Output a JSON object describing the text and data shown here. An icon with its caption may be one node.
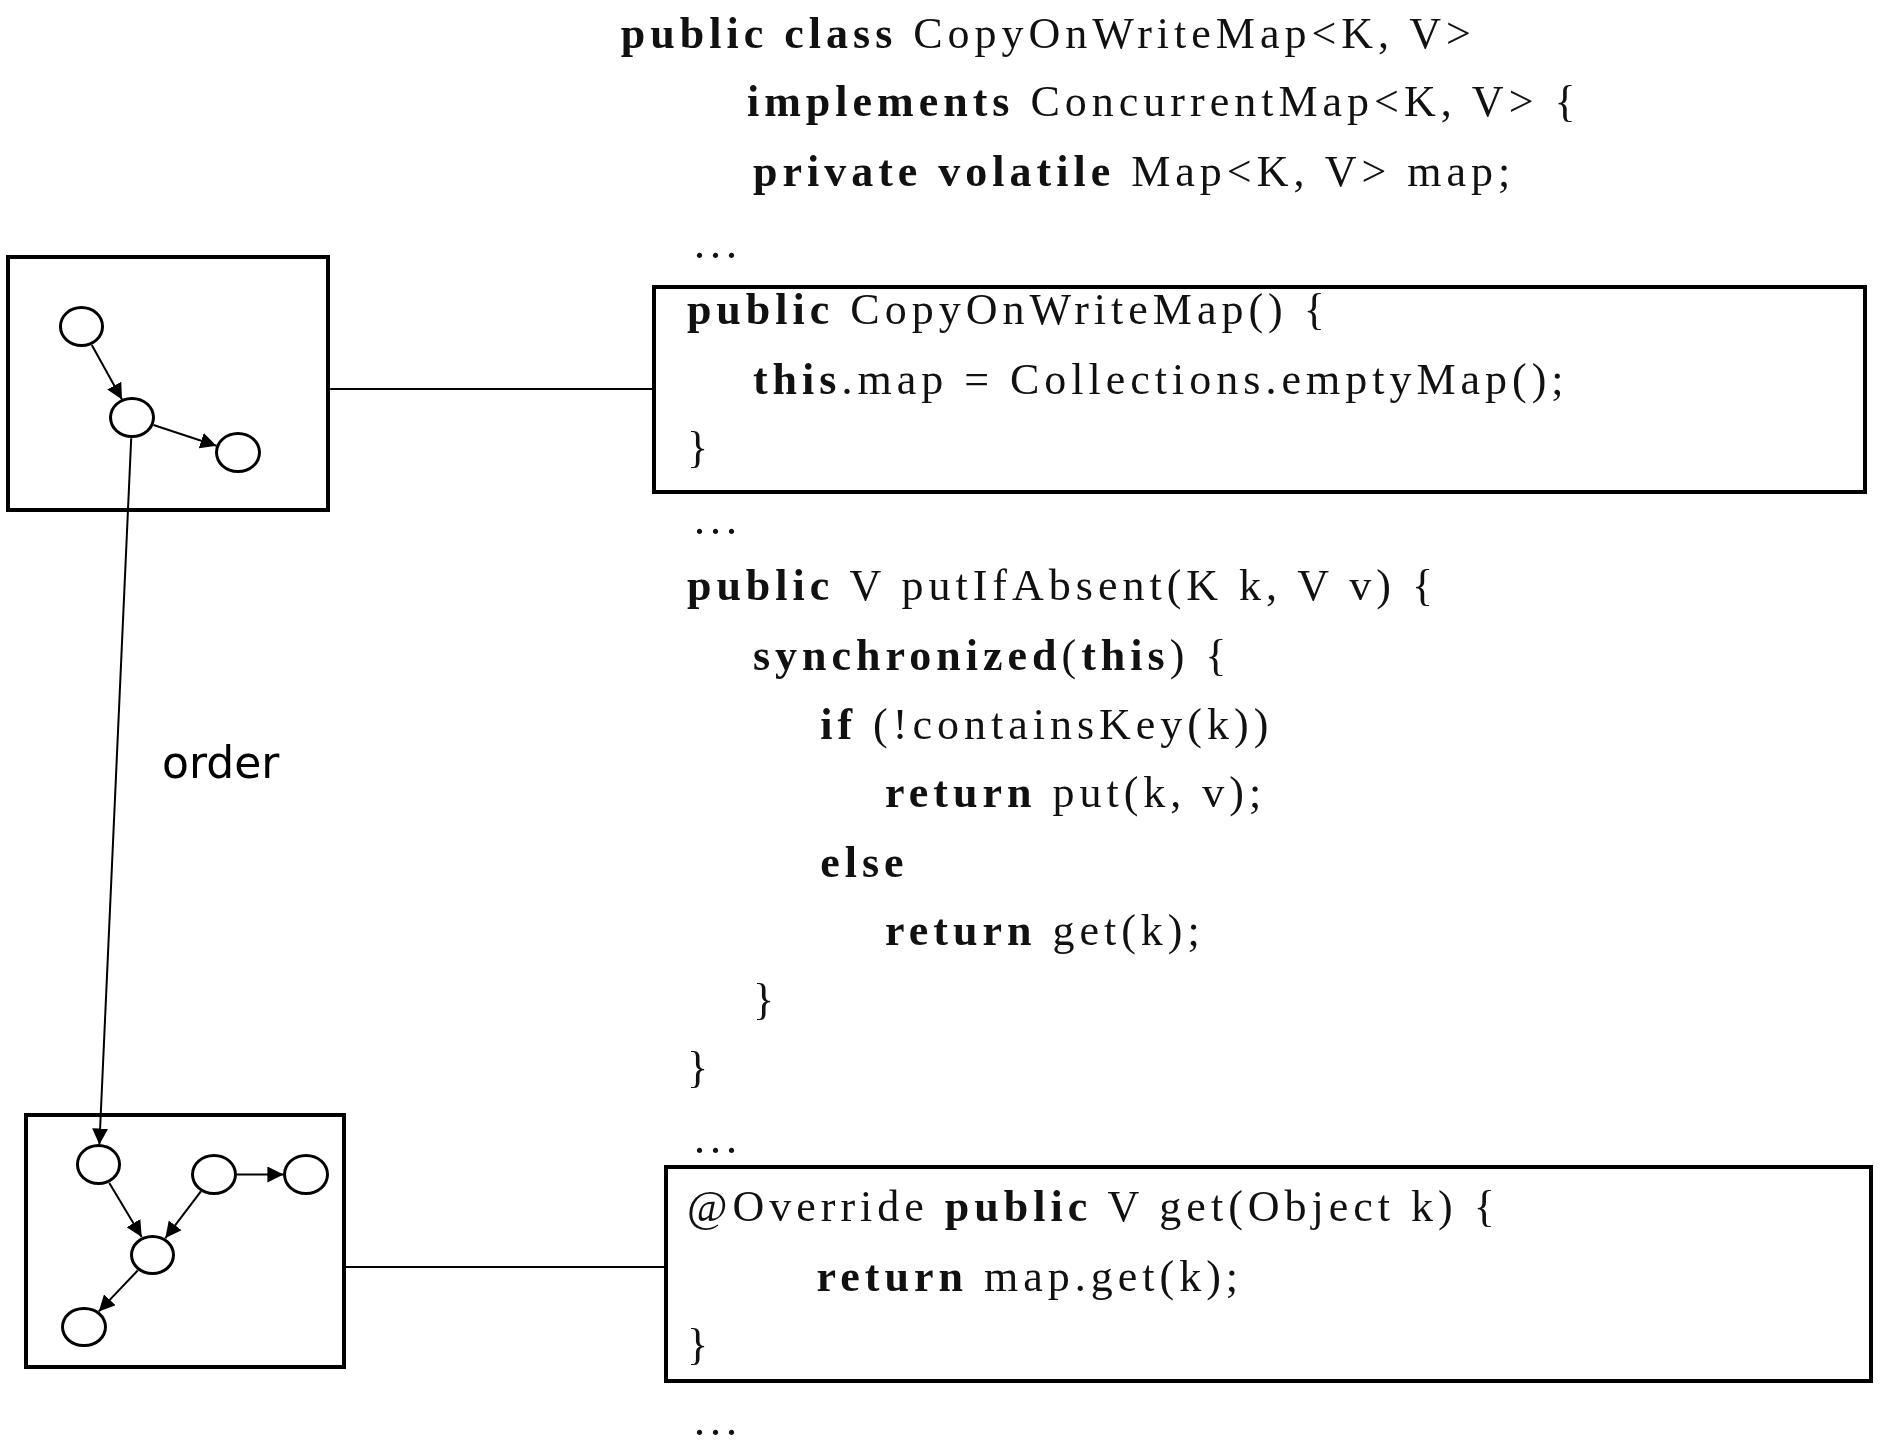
{
  "diagram": {
    "nodes": [
      {
        "text": [],
        "shape": "box"
      },
      {
        "text": [],
        "shape": "circle",
        "in": 0
      },
      {
        "text": [],
        "shape": "circle",
        "in": 0
      },
      {
        "text": [],
        "shape": "circle",
        "in": 0
      },
      {
        "text": [],
        "shape": "box"
      },
      {
        "text": [],
        "shape": "circle",
        "in": 4
      },
      {
        "text": [],
        "shape": "circle",
        "in": 4
      },
      {
        "text": [],
        "shape": "circle",
        "in": 4
      },
      {
        "text": [],
        "shape": "circle",
        "in": 4
      },
      {
        "text": [],
        "shape": "circle",
        "in": 4
      },
      {
        "text": [
          "**public** CopyOnWriteMap() {",
          "**this**.map = Collections.emptyMap();",
          "}"
        ]
      },
      {
        "text": [
          "@Override **public** V get(Object k) {",
          "**return** map.get(k);",
          "}"
        ]
      }
    ],
    "edges": [
      {
        "from": 1,
        "to": 2,
        "arrow": "to"
      },
      {
        "from": 2,
        "to": 3,
        "arrow": "to"
      },
      {
        "from": 2,
        "to": 5,
        "arrow": "to",
        "label": "order"
      },
      {
        "from": 5,
        "to": 8,
        "arrow": "to"
      },
      {
        "from": 6,
        "to": 8,
        "arrow": "to"
      },
      {
        "from": 6,
        "to": 7,
        "arrow": "to"
      },
      {
        "from": 8,
        "to": 9,
        "arrow": "to"
      },
      {
        "from": 0,
        "to": 10,
        "arrow": "none"
      },
      {
        "from": 4,
        "to": 11,
        "arrow": "none"
      }
    ],
    "labels": [
      "**public** **class** CopyOnWriteMap<K, V>",
      "**implements** ConcurrentMap<K, V> {",
      "**private** **volatile** Map<K, V> map;",
      "...",
      "...",
      "**public** V putIfAbsent(K k, V v) {",
      "**synchronized**(**this**) {",
      "**if** (!containsKey(k))",
      "**return** put(k, v);",
      "**else**",
      "**return** get(k);",
      "}",
      "}",
      "...",
      "..."
    ]
  }
}
